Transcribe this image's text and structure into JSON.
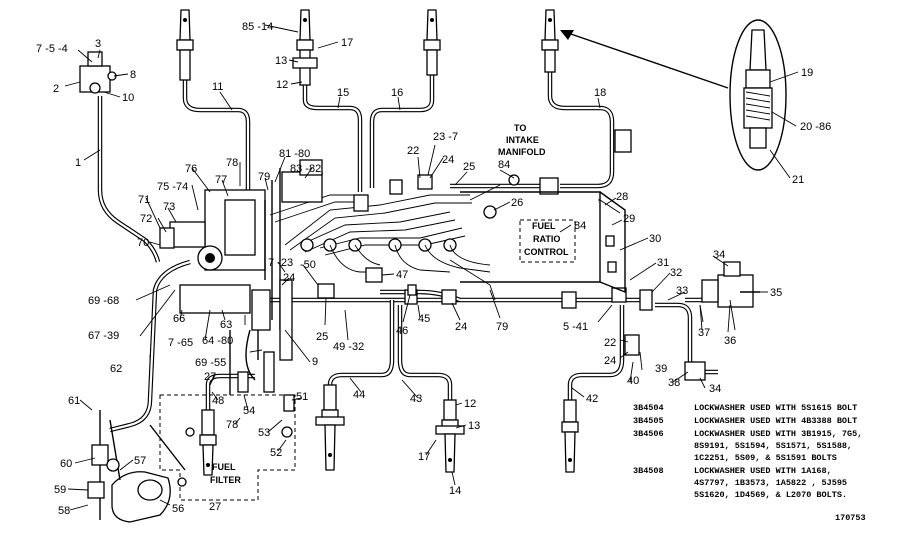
{
  "callouts": [
    {
      "id": "c1",
      "text": "7 -5 -4"
    },
    {
      "id": "c2",
      "text": "3"
    },
    {
      "id": "c3",
      "text": "8"
    },
    {
      "id": "c4",
      "text": "2"
    },
    {
      "id": "c5",
      "text": "10"
    },
    {
      "id": "c6",
      "text": "1"
    },
    {
      "id": "c7",
      "text": "85  -14"
    },
    {
      "id": "c8",
      "text": "17"
    },
    {
      "id": "c9",
      "text": "13"
    },
    {
      "id": "c10",
      "text": "12"
    },
    {
      "id": "c11",
      "text": "11"
    },
    {
      "id": "c12",
      "text": "15"
    },
    {
      "id": "c13",
      "text": "16"
    },
    {
      "id": "c14",
      "text": "18"
    },
    {
      "id": "c15",
      "text": "19"
    },
    {
      "id": "c16",
      "text": "20  -86"
    },
    {
      "id": "c17",
      "text": "21"
    },
    {
      "id": "c18",
      "text": "23  -7"
    },
    {
      "id": "c19",
      "text": "22"
    },
    {
      "id": "c20",
      "text": "24"
    },
    {
      "id": "c21",
      "text": "84"
    },
    {
      "id": "c22",
      "text": "25"
    },
    {
      "id": "c23",
      "text": "26"
    },
    {
      "id": "c24",
      "text": "84"
    },
    {
      "id": "c25",
      "text": "28"
    },
    {
      "id": "c26",
      "text": "29"
    },
    {
      "id": "c27",
      "text": "30"
    },
    {
      "id": "c28",
      "text": "31"
    },
    {
      "id": "c29",
      "text": "34"
    },
    {
      "id": "c30",
      "text": "32"
    },
    {
      "id": "c31",
      "text": "33"
    },
    {
      "id": "c32",
      "text": "35"
    },
    {
      "id": "c33",
      "text": "37"
    },
    {
      "id": "c34",
      "text": "36"
    },
    {
      "id": "c35",
      "text": "76"
    },
    {
      "id": "c36",
      "text": "78"
    },
    {
      "id": "c37",
      "text": "81  -80"
    },
    {
      "id": "c38",
      "text": "83  -82"
    },
    {
      "id": "c39",
      "text": "77"
    },
    {
      "id": "c40",
      "text": "79"
    },
    {
      "id": "c41",
      "text": "75  -74"
    },
    {
      "id": "c42",
      "text": "71"
    },
    {
      "id": "c43",
      "text": "73"
    },
    {
      "id": "c44",
      "text": "72"
    },
    {
      "id": "c45",
      "text": "70"
    },
    {
      "id": "c46",
      "text": "7  -23"
    },
    {
      "id": "c47",
      "text": "-50"
    },
    {
      "id": "c48",
      "text": "24"
    },
    {
      "id": "c49",
      "text": "47"
    },
    {
      "id": "c50",
      "text": "69  -68"
    },
    {
      "id": "c51",
      "text": "66"
    },
    {
      "id": "c52",
      "text": "63"
    },
    {
      "id": "c53",
      "text": "67  -39"
    },
    {
      "id": "c54",
      "text": "7 -65"
    },
    {
      "id": "c55",
      "text": "64  -80"
    },
    {
      "id": "c56",
      "text": "69  -55"
    },
    {
      "id": "c57",
      "text": "9"
    },
    {
      "id": "c58",
      "text": "25"
    },
    {
      "id": "c59",
      "text": "49  -32"
    },
    {
      "id": "c60",
      "text": "46"
    },
    {
      "id": "c61",
      "text": "45"
    },
    {
      "id": "c62",
      "text": "24"
    },
    {
      "id": "c63",
      "text": "79"
    },
    {
      "id": "c64",
      "text": "5  -41"
    },
    {
      "id": "c65",
      "text": "22"
    },
    {
      "id": "c66",
      "text": "24"
    },
    {
      "id": "c67",
      "text": "39"
    },
    {
      "id": "c68",
      "text": "40"
    },
    {
      "id": "c69",
      "text": "38"
    },
    {
      "id": "c70",
      "text": "34"
    },
    {
      "id": "c71",
      "text": "62"
    },
    {
      "id": "c72",
      "text": "27"
    },
    {
      "id": "c73",
      "text": "48"
    },
    {
      "id": "c74",
      "text": "54"
    },
    {
      "id": "c75",
      "text": "51"
    },
    {
      "id": "c76",
      "text": "44"
    },
    {
      "id": "c77",
      "text": "43"
    },
    {
      "id": "c78",
      "text": "12"
    },
    {
      "id": "c79",
      "text": "42"
    },
    {
      "id": "c80",
      "text": "61"
    },
    {
      "id": "c81",
      "text": "78"
    },
    {
      "id": "c82",
      "text": "53"
    },
    {
      "id": "c83",
      "text": "13"
    },
    {
      "id": "c84",
      "text": "60"
    },
    {
      "id": "c85",
      "text": "57"
    },
    {
      "id": "c86",
      "text": "52"
    },
    {
      "id": "c87",
      "text": "17"
    },
    {
      "id": "c88",
      "text": "59"
    },
    {
      "id": "c89",
      "text": "58"
    },
    {
      "id": "c90",
      "text": "56"
    },
    {
      "id": "c91",
      "text": "27"
    },
    {
      "id": "c92",
      "text": "14"
    }
  ],
  "labels": {
    "intake_line1": "TO",
    "intake_line2": "INTAKE",
    "intake_line3": "MANIFOLD",
    "fuel_ratio_1": "FUEL",
    "fuel_ratio_2": "RATIO",
    "fuel_ratio_3": "CONTROL",
    "fuel_filter_1": "FUEL",
    "fuel_filter_2": "FILTER"
  },
  "notes": [
    {
      "part": "3B4504",
      "text": "LOCKWASHER USED WITH 5S1615 BOLT"
    },
    {
      "part": "3B4505",
      "text": "LOCKWASHER USED WITH 4B3388 BOLT"
    },
    {
      "part": "3B4506",
      "text": "LOCKWASHER USED WITH 3B1915, 7G5,"
    },
    {
      "part": "",
      "text": "8S9191, 5S1594, 5S1571, 5S1588,"
    },
    {
      "part": "",
      "text": "1C2251, 5S09, & 5S1591 BOLTS"
    },
    {
      "part": "3B4508",
      "text": "LOCKWASHER USED WITH 1A168,"
    },
    {
      "part": "",
      "text": "4S7797, 1B3573, 1A5822 , 5J595"
    },
    {
      "part": "",
      "text": "5S1620, 1D4569, & L2070 BOLTS."
    }
  ],
  "figure_number": "170753"
}
